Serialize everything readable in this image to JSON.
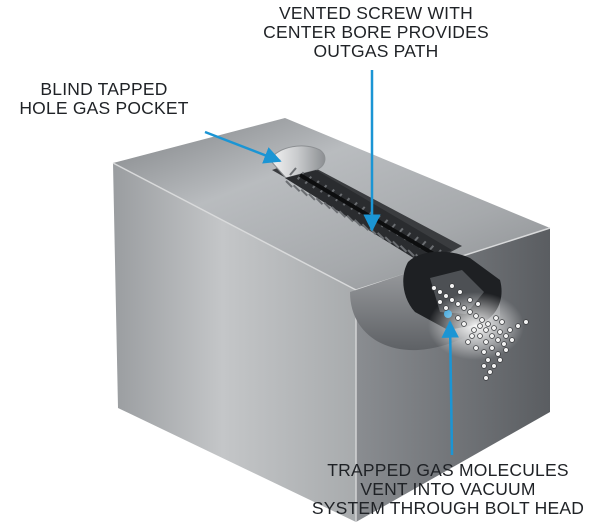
{
  "callouts": {
    "screw": {
      "line1": "VENTED SCREW WITH",
      "line2": "CENTER BORE PROVIDES",
      "line3": "OUTGAS PATH"
    },
    "pocket": {
      "line1": "BLIND TAPPED",
      "line2": "HOLE GAS POCKET"
    },
    "molecules": {
      "line1": "TRAPPED GAS MOLECULES",
      "line2": "VENT INTO VACUUM",
      "line3": "SYSTEM THROUGH BOLT HEAD"
    }
  },
  "colors": {
    "arrow": "#1b95d4",
    "block_top": "#a9acaf",
    "block_front": "#b8babc",
    "block_side": "#74777b",
    "screw": "#2a2c2f",
    "label_text": "#1f2226"
  }
}
